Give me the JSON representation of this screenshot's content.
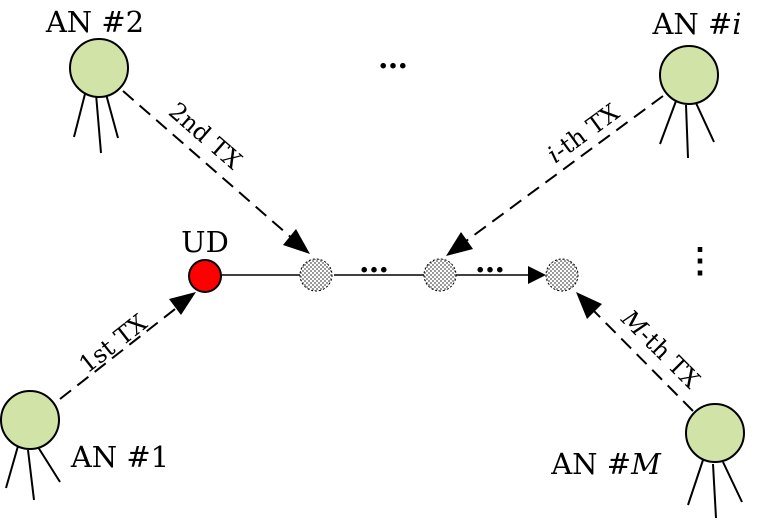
{
  "nodes": {
    "an1": {
      "label": "AN #1"
    },
    "an2": {
      "label": "AN #2"
    },
    "ani": {
      "label_prefix": "AN #",
      "label_var": "i"
    },
    "anm": {
      "label_prefix": "AN #",
      "label_var": "M"
    },
    "ud": {
      "label": "UD"
    }
  },
  "links": {
    "tx1": {
      "label": "1st TX"
    },
    "tx2": {
      "label": "2nd TX"
    },
    "txi": {
      "label_var": "i",
      "label_suffix": "-th TX"
    },
    "txm": {
      "label_var": "M",
      "label_suffix": "-th TX"
    }
  },
  "ellipses": {
    "horizontal": "…",
    "top": "…",
    "vertical": "⋮"
  },
  "colors": {
    "antenna_node_fill": "#d1e3a6",
    "ud_fill": "#ff0000",
    "position_node": "checkered-gray"
  }
}
